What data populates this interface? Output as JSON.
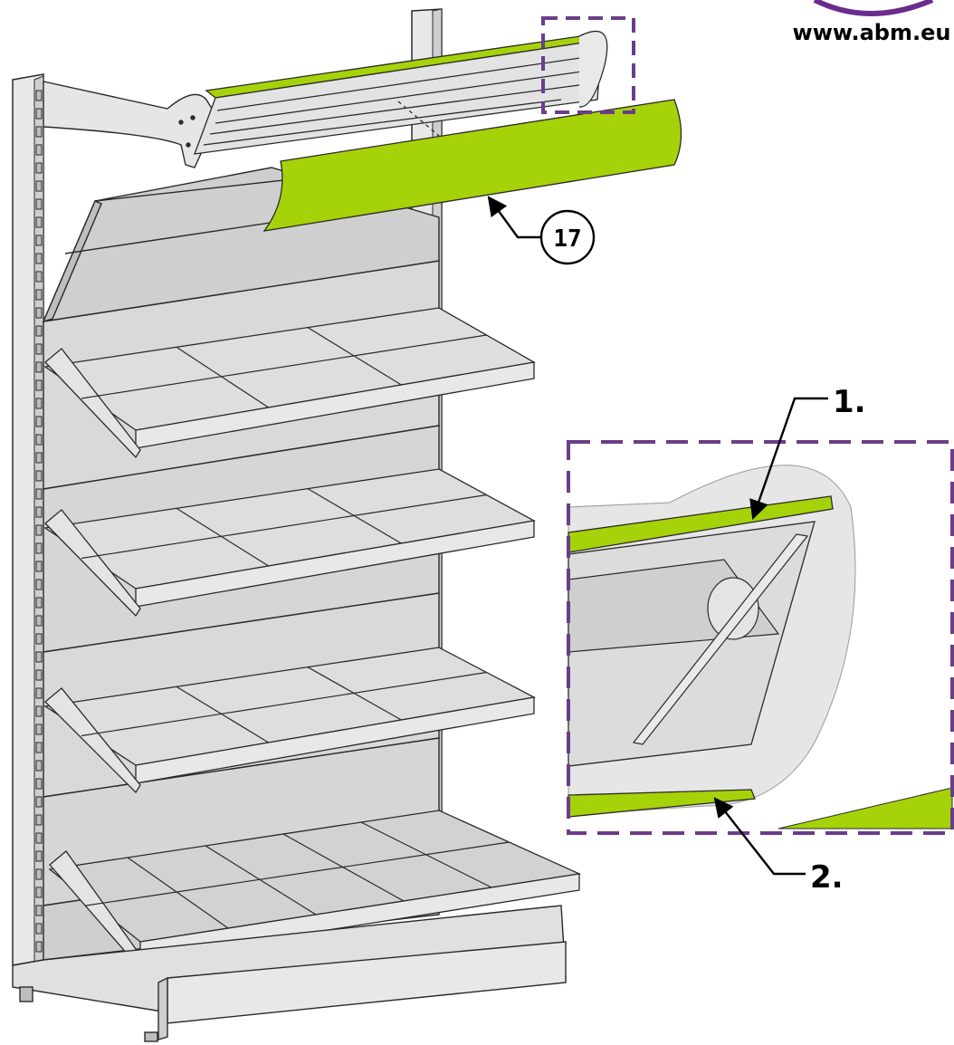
{
  "brand": {
    "url_text": "www.abm.eu",
    "logo_color": "#6a2c8e"
  },
  "callouts": {
    "part_number": "17",
    "step_1": "1.",
    "step_2": "2."
  },
  "colors": {
    "accent_green": "#a6d20a",
    "frame_dash": "#6a3d8a",
    "metal_light": "#e4e4e4",
    "metal_mid": "#d4d4d4",
    "metal_dark": "#bdbdbd",
    "line": "#2a2a2a"
  },
  "icons": {
    "detail_marker": "dashed-rectangle",
    "leader_arrow": "arrow-leader"
  }
}
